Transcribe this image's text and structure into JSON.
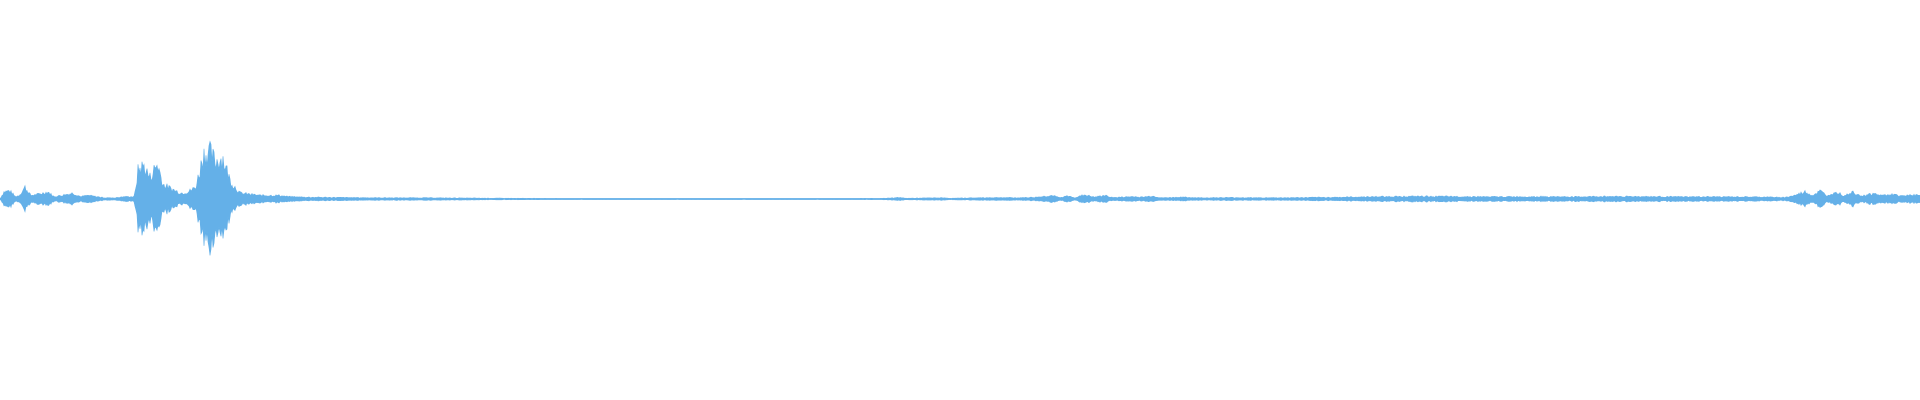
{
  "waveform": {
    "color": "#64b0e8",
    "background": "#ffffff",
    "envelope": [
      [
        0.0,
        0.0
      ],
      [
        0.002,
        0.06
      ],
      [
        0.005,
        0.07
      ],
      [
        0.008,
        0.02
      ],
      [
        0.01,
        0.03
      ],
      [
        0.013,
        0.1
      ],
      [
        0.016,
        0.03
      ],
      [
        0.02,
        0.04
      ],
      [
        0.025,
        0.06
      ],
      [
        0.028,
        0.02
      ],
      [
        0.032,
        0.03
      ],
      [
        0.038,
        0.05
      ],
      [
        0.042,
        0.02
      ],
      [
        0.046,
        0.03
      ],
      [
        0.05,
        0.02
      ],
      [
        0.055,
        0.01
      ],
      [
        0.06,
        0.01
      ],
      [
        0.065,
        0.02
      ],
      [
        0.07,
        0.02
      ],
      [
        0.072,
        0.25
      ],
      [
        0.075,
        0.28
      ],
      [
        0.078,
        0.18
      ],
      [
        0.082,
        0.3
      ],
      [
        0.085,
        0.12
      ],
      [
        0.09,
        0.08
      ],
      [
        0.094,
        0.05
      ],
      [
        0.098,
        0.06
      ],
      [
        0.102,
        0.1
      ],
      [
        0.106,
        0.38
      ],
      [
        0.109,
        0.4
      ],
      [
        0.112,
        0.32
      ],
      [
        0.116,
        0.35
      ],
      [
        0.12,
        0.15
      ],
      [
        0.125,
        0.05
      ],
      [
        0.13,
        0.04
      ],
      [
        0.135,
        0.03
      ],
      [
        0.14,
        0.03
      ],
      [
        0.145,
        0.03
      ],
      [
        0.15,
        0.02
      ],
      [
        0.16,
        0.015
      ],
      [
        0.18,
        0.012
      ],
      [
        0.2,
        0.01
      ],
      [
        0.22,
        0.01
      ],
      [
        0.24,
        0.008
      ],
      [
        0.26,
        0.006
      ],
      [
        0.28,
        0.005
      ],
      [
        0.3,
        0.004
      ],
      [
        0.33,
        0.004
      ],
      [
        0.36,
        0.004
      ],
      [
        0.4,
        0.004
      ],
      [
        0.43,
        0.004
      ],
      [
        0.46,
        0.005
      ],
      [
        0.468,
        0.012
      ],
      [
        0.472,
        0.006
      ],
      [
        0.49,
        0.01
      ],
      [
        0.495,
        0.006
      ],
      [
        0.51,
        0.01
      ],
      [
        0.52,
        0.012
      ],
      [
        0.53,
        0.01
      ],
      [
        0.54,
        0.015
      ],
      [
        0.548,
        0.03
      ],
      [
        0.552,
        0.01
      ],
      [
        0.556,
        0.025
      ],
      [
        0.56,
        0.012
      ],
      [
        0.565,
        0.035
      ],
      [
        0.57,
        0.015
      ],
      [
        0.575,
        0.03
      ],
      [
        0.58,
        0.012
      ],
      [
        0.59,
        0.02
      ],
      [
        0.595,
        0.015
      ],
      [
        0.6,
        0.025
      ],
      [
        0.605,
        0.01
      ],
      [
        0.615,
        0.015
      ],
      [
        0.625,
        0.01
      ],
      [
        0.64,
        0.012
      ],
      [
        0.66,
        0.01
      ],
      [
        0.68,
        0.012
      ],
      [
        0.7,
        0.015
      ],
      [
        0.72,
        0.02
      ],
      [
        0.74,
        0.022
      ],
      [
        0.76,
        0.02
      ],
      [
        0.78,
        0.018
      ],
      [
        0.8,
        0.02
      ],
      [
        0.82,
        0.018
      ],
      [
        0.84,
        0.022
      ],
      [
        0.86,
        0.02
      ],
      [
        0.88,
        0.018
      ],
      [
        0.9,
        0.018
      ],
      [
        0.92,
        0.016
      ],
      [
        0.93,
        0.014
      ],
      [
        0.935,
        0.03
      ],
      [
        0.94,
        0.06
      ],
      [
        0.944,
        0.03
      ],
      [
        0.948,
        0.065
      ],
      [
        0.952,
        0.025
      ],
      [
        0.956,
        0.07
      ],
      [
        0.96,
        0.03
      ],
      [
        0.965,
        0.06
      ],
      [
        0.97,
        0.025
      ],
      [
        0.975,
        0.045
      ],
      [
        0.98,
        0.03
      ],
      [
        0.985,
        0.04
      ],
      [
        0.99,
        0.025
      ],
      [
        0.995,
        0.035
      ],
      [
        1.0,
        0.03
      ]
    ]
  }
}
